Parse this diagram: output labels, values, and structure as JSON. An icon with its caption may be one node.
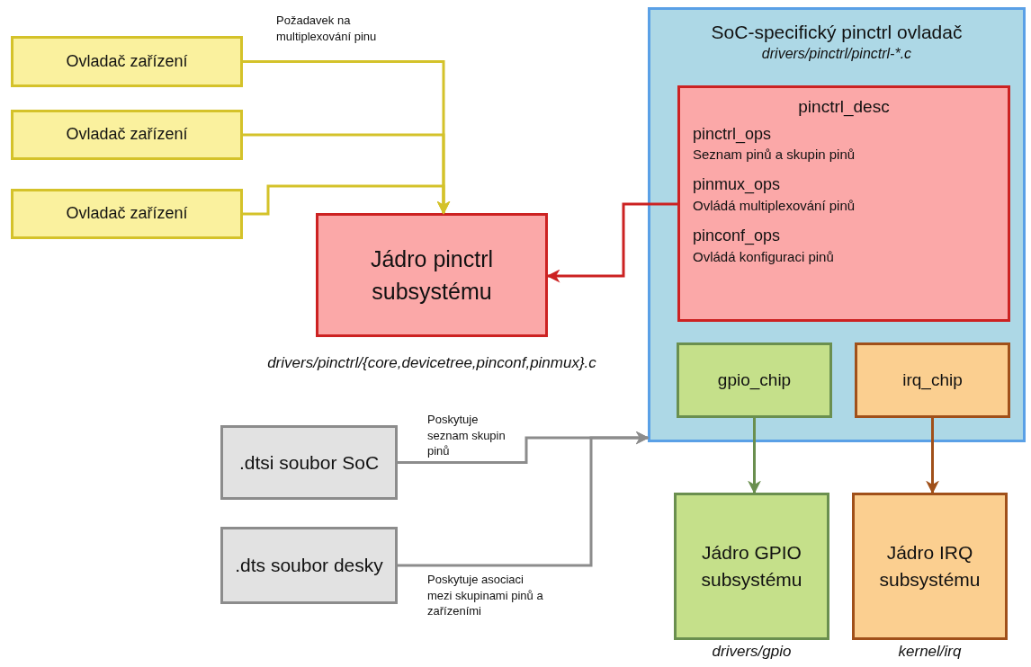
{
  "diagram": {
    "nodes": [
      {
        "text": [
          "SoC-specifický pinctrl ovladač",
          "drivers/pinctrl/pinctrl-*.c"
        ]
      },
      {
        "text": [
          "pinctrl_desc",
          "pinctrl_ops",
          "Seznam pinů a skupin pinů",
          "pinmux_ops",
          "Ovládá multiplexování pinů",
          "pinconf_ops",
          "Ovládá konfiguraci pinů"
        ],
        "in": 0
      },
      {
        "text": [
          "gpio_chip"
        ],
        "in": 0
      },
      {
        "text": [
          "irq_chip"
        ],
        "in": 0
      },
      {
        "text": [
          "Ovladač zařízení"
        ]
      },
      {
        "text": [
          "Ovladač zařízení"
        ]
      },
      {
        "text": [
          "Ovladač zařízení"
        ]
      },
      {
        "text": [
          "Jádro pinctrl subsystému"
        ],
        "beside": [
          "drivers/pinctrl/{core,devicetree,pinconf,pinmux}.c"
        ]
      },
      {
        "text": [
          ".dtsi soubor SoC"
        ]
      },
      {
        "text": [
          ".dts soubor desky"
        ]
      },
      {
        "text": [
          "Jádro GPIO subsystému"
        ],
        "beside": [
          "drivers/gpio"
        ]
      },
      {
        "text": [
          "Jádro IRQ subsystému"
        ],
        "beside": [
          "kernel/irq"
        ]
      }
    ],
    "edges": [
      {
        "from": 4,
        "to": 7,
        "arrow": "to",
        "label": "Požadavek na multiplexování pinu"
      },
      {
        "from": 5,
        "to": 7,
        "arrow": "to"
      },
      {
        "from": 6,
        "to": 7,
        "arrow": "to"
      },
      {
        "from": 1,
        "to": 7,
        "arrow": "to",
        "color": "#cc2222"
      },
      {
        "from": 8,
        "to": 0,
        "arrow": "to",
        "label": "Poskytuje seznam skupin pinů",
        "color": "#8c8c8c"
      },
      {
        "from": 9,
        "to": 0,
        "arrow": "to",
        "label": "Poskytuje asociaci mezi skupinami pinů a zařízeními",
        "color": "#8c8c8c"
      },
      {
        "from": 2,
        "to": 10,
        "arrow": "to",
        "color": "#6a8f4f"
      },
      {
        "from": 3,
        "to": 11,
        "arrow": "to",
        "color": "#a0501a"
      }
    ]
  }
}
